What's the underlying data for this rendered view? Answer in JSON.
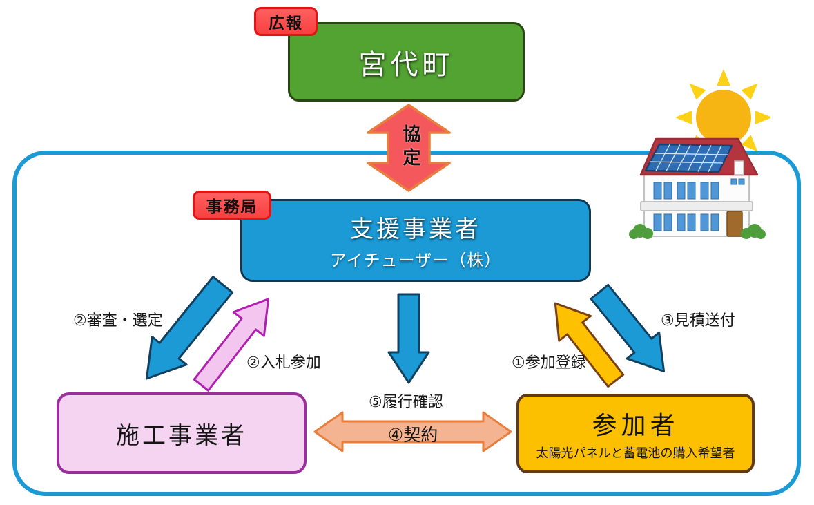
{
  "badges": {
    "pr": "広報",
    "secretariat": "事務局"
  },
  "nodes": {
    "town": {
      "label": "宮代町"
    },
    "support": {
      "label": "支援事業者",
      "sublabel": "アイチューザー（株）"
    },
    "contractor": {
      "label": "施工事業者"
    },
    "participants": {
      "label": "参加者",
      "sublabel": "太陽光パネルと蓄電池の購入希望者"
    }
  },
  "edges": {
    "agreement": {
      "label": "協定"
    },
    "screening": {
      "label": "②審査・選定"
    },
    "bidding": {
      "label": "②入札参加"
    },
    "registration": {
      "label": "①参加登録"
    },
    "quotation": {
      "label": "③見積送付"
    },
    "fulfillment": {
      "label": "⑤履行確認"
    },
    "contract": {
      "label": "④契約"
    }
  },
  "illustration": {
    "name": "solar-house-with-sun"
  },
  "colors": {
    "frame_border": "#1b9ad6",
    "town_fill": "#53a333",
    "town_border": "#26470f",
    "support_fill": "#1b9ad6",
    "support_border": "#0d3852",
    "contractor_fill": "#f4d4f1",
    "contractor_border": "#9b2f9b",
    "participants_fill": "#fdc000",
    "participants_border": "#5e3a17",
    "badge_fill": "#fb4b4b",
    "badge_border": "#e51414",
    "agreement_arrow_fill": "#f4585c",
    "agreement_arrow_border": "#e87e3e",
    "blue_arrow_fill": "#1b9ad6",
    "blue_arrow_border": "#12405e",
    "pink_arrow_fill": "#f2c6ee",
    "pink_arrow_border": "#b11fb1",
    "gold_arrow_fill": "#fdc101",
    "gold_arrow_border": "#7a4012",
    "contract_arrow_fill": "#f5b491",
    "contract_arrow_border": "#e87e3e"
  }
}
